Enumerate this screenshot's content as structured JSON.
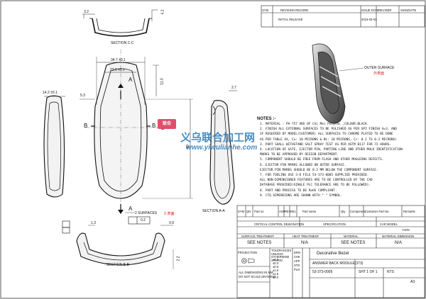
{
  "revision_block": {
    "headers": [
      "SYM",
      "REVISION RECORD",
      "ISSUE DATE",
      "REVISER"
    ],
    "extra_header": "SIGN/DATE",
    "row": {
      "record": "INITIAL RELEASE",
      "date": "2016-03-01"
    }
  },
  "views": {
    "section_cc": "SECTION C-C",
    "section_aa": "SECTION A-A",
    "section_bb": "SECTION B-B",
    "outer_surface": "OUTER SURFACE",
    "outer_surface_cn": "外表面",
    "two_surfaces": "2 SURFACES",
    "two_surfaces_cn": "2·表面"
  },
  "dimensions": {
    "d3_2": "3.2",
    "d4_2": "4.2",
    "d34_7": "34.7 ±0.1",
    "d22_6": "22.6 ±0.1",
    "d14_2": "14.2 ±0.1",
    "d5_3": "5.3",
    "d11_0": "11.0",
    "d2_7": "2.7",
    "d0_2": "0.2",
    "d1_3": "1.3",
    "d0_9": "0.9",
    "d2_2": "2.2",
    "d80": "80",
    "letter_a": "A",
    "letter_b": "B",
    "letter_c": "C"
  },
  "notes": {
    "title": "NOTES :-",
    "items": [
      "1.  MATERIAL : PA-757 ABS OF Chi Mei Polylac ,COLOUR:BLACK.",
      "2.  FINISH ALL EXTERNAL SURFACES TO BE POLISHED AS PER SPI FINISH A=3, AND",
      "    IF REQUIRED BY MODEL(CUSTOMER) ALL SURFACES TO CHROME PLATED TO BE DONE",
      "    AS PER TABLE XX, Cu: 10 MICRONS & Ni: 10 MICRONS, Cr: 0.2 TO 0.3 MICRONS)",
      "3.  PART SHALL WITHSTAND SALT SPRAY TEST AS PER ASTM B117 FOR 72 HOURS.",
      "4.  LOCATION OF GATE, EJECTOR PIN, PARTING LINE AND OTHER MOLD IDENTIFICATION",
      "    MARKS TO BE APPROVED BY DESIGN DEPARTMENT.",
      "5.  COMPONENT SHOULD BE FREE FROM FLASH AND OTHER MOULDING DEFECTS.",
      "6.  EJECTOR PIN MARKS ALLOWED ON OUTER SURFACE.",
      "    EJECTOR PIN MARKS SHOULD BE 0.2 MM BELOW THE COMPONENT SURFACE.",
      "7.  FOR TOOLING USE 3-D FILE 53-373-0005 SUPPLIED PROVIDED.",
      "    ALL NON-DIMENSIONED FEATURES ARE TO BE CONTROLLED BY THE CAD",
      "    DATABASE PROVIDED(SINGLE PLC TOLERANCE ARE TO BE FOLLOWED).",
      "8.  PART AND PROCESS TO BE RoHS COMPLIANT.",
      "9.  CTQ DIMENSIONS ARE SHOWN WITH \" \" SYMBOL."
    ]
  },
  "watermark": {
    "brand": "义乌联合加工网",
    "url": "www.yiwulianhe.com",
    "badge": "联合"
  },
  "parts_table": {
    "headers": [
      "SYM",
      "QN",
      "Part no",
      "ASP",
      "REV",
      "SEL",
      "Part name",
      "Qty",
      "Component",
      "Customer Part No.",
      "Remarks"
    ],
    "critical_headers": [
      "CRITICAL CONTROL DESIGNATION",
      "SPECIFICATION",
      "CAR MODEL"
    ],
    "car_model_code": "Y1RS",
    "finish_headers": [
      "SURFACE TREATMENT",
      "HEAT TREATMENT",
      "MATERIAL",
      "MATERIAL DIMENSION"
    ],
    "finish_values": [
      "SEE NOTES",
      "N/A",
      "SEE NOTES",
      "N/A"
    ]
  },
  "title_block": {
    "description": "Decorative Bezel",
    "assembly": "ANSWER BACK MODULE(373)",
    "drawing_no": "53-373-0005",
    "sheet": "SHT 1 OF 1",
    "scale": "NTS",
    "size": "A3",
    "units_1": "ALL DIMENSIONS IN MM",
    "units_2": "DO NOT SCALE DRAWING",
    "projection": "PROJECTION",
    "tolerance_head": "TOLERANCES UNLESS OTHERWISE STATED",
    "tolerances": [
      "±0.2",
      "±0.3",
      "±0.5",
      "±1.0",
      "±1.5",
      "±2.0"
    ],
    "sign_labels": [
      "DRN",
      "CHK",
      "APP",
      "STD",
      "PLN"
    ]
  }
}
